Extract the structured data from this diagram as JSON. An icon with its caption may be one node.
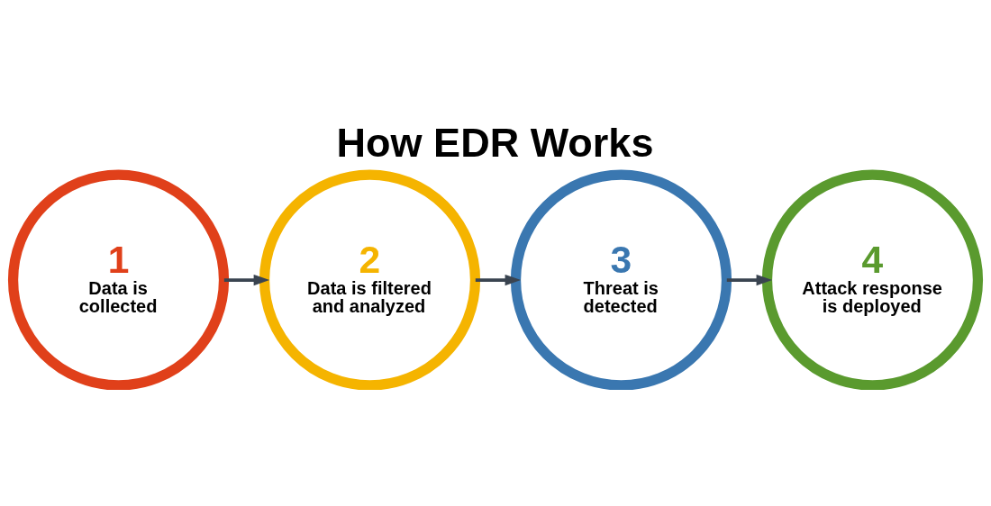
{
  "diagram": {
    "title": "How EDR Works",
    "nodes": [
      {
        "text": [
          "1",
          "Data is collected"
        ]
      },
      {
        "text": [
          "2",
          "Data is filtered and analyzed"
        ]
      },
      {
        "text": [
          "3",
          "Threat is detected"
        ]
      },
      {
        "text": [
          "4",
          "Attack response is deployed"
        ]
      }
    ],
    "edges": [
      {
        "from": 0,
        "to": 1,
        "arrow": "to"
      },
      {
        "from": 1,
        "to": 2,
        "arrow": "to"
      },
      {
        "from": 2,
        "to": 3,
        "arrow": "to"
      }
    ]
  }
}
